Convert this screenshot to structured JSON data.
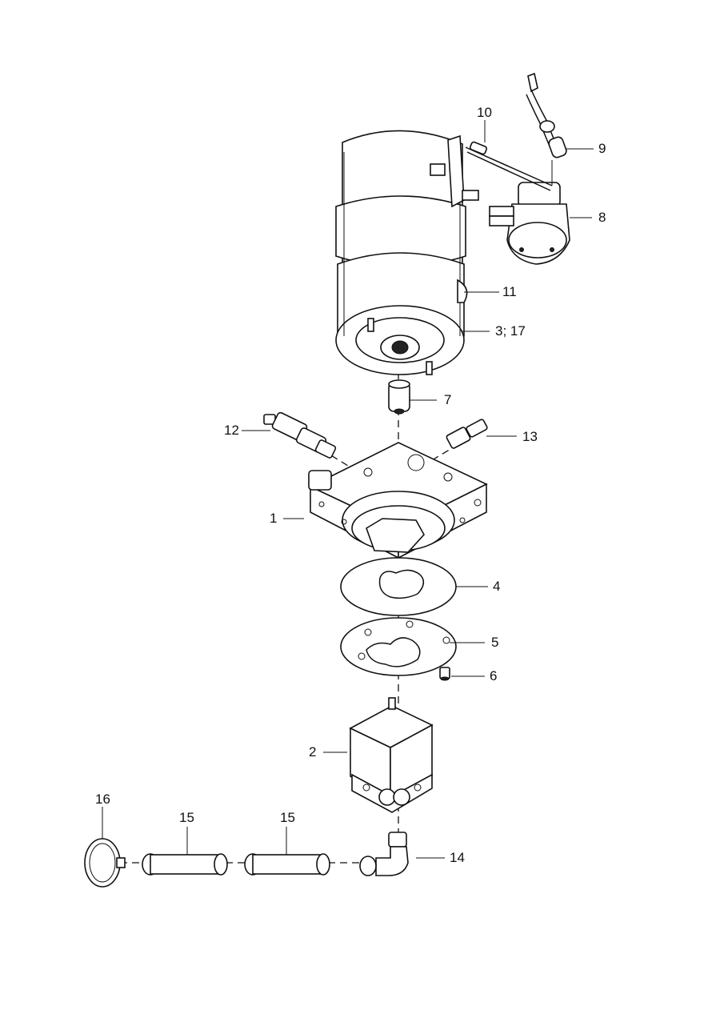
{
  "callouts": {
    "c1": "1",
    "c2": "2",
    "c3_17": "3; 17",
    "c4": "4",
    "c5": "5",
    "c6": "6",
    "c7": "7",
    "c8": "8",
    "c9": "9",
    "c10": "10",
    "c11": "11",
    "c12": "12",
    "c13": "13",
    "c14": "14",
    "c15a": "15",
    "c15b": "15",
    "c16": "16"
  }
}
